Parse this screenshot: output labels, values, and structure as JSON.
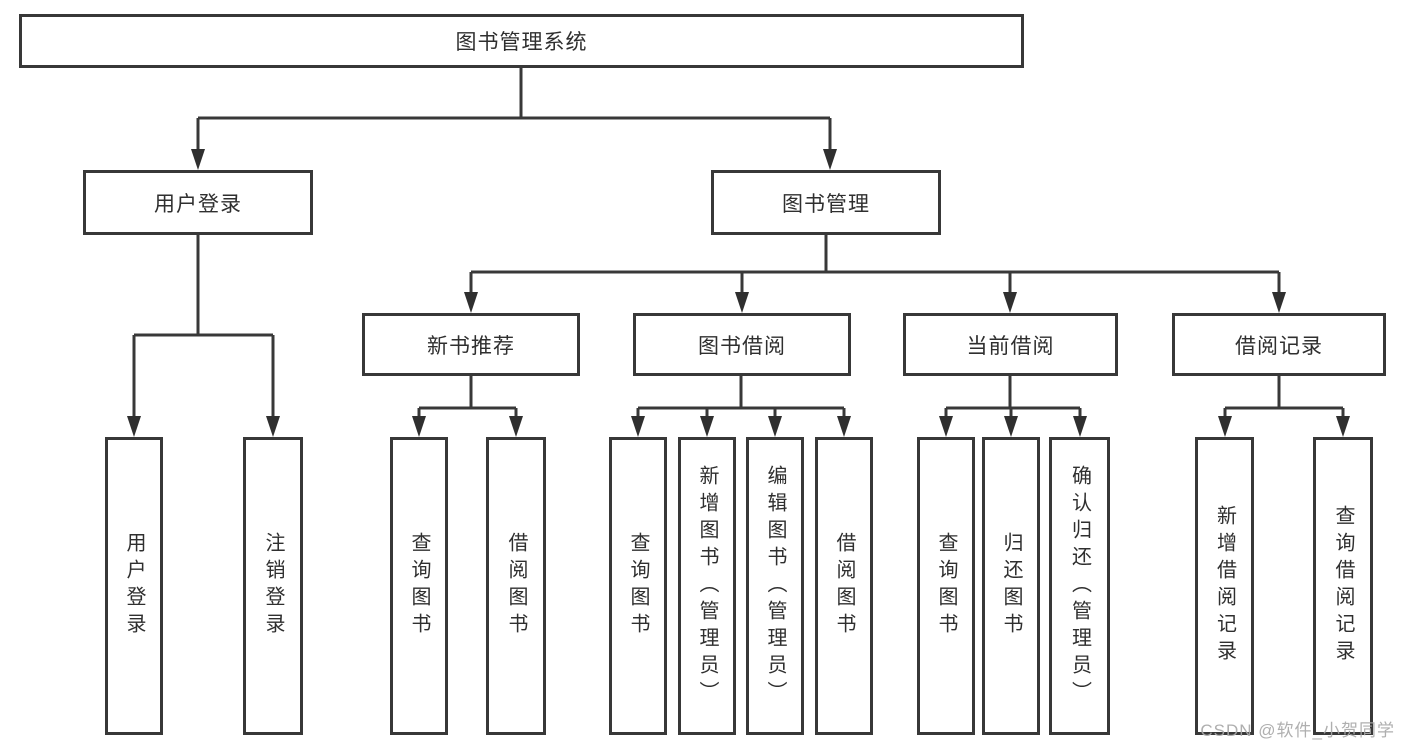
{
  "tree": {
    "label": "图书管理系统",
    "children": [
      {
        "label": "用户登录",
        "children": [
          {
            "label": "用户登录"
          },
          {
            "label": "注销登录"
          }
        ]
      },
      {
        "label": "图书管理",
        "children": [
          {
            "label": "新书推荐",
            "children": [
              {
                "label": "查询图书"
              },
              {
                "label": "借阅图书"
              }
            ]
          },
          {
            "label": "图书借阅",
            "children": [
              {
                "label": "查询图书"
              },
              {
                "label": "新增图书（管理员）"
              },
              {
                "label": "编辑图书（管理员）"
              },
              {
                "label": "借阅图书"
              }
            ]
          },
          {
            "label": "当前借阅",
            "children": [
              {
                "label": "查询图书"
              },
              {
                "label": "归还图书"
              },
              {
                "label": "确认归还（管理员）"
              }
            ]
          },
          {
            "label": "借阅记录",
            "children": [
              {
                "label": "新增借阅记录"
              },
              {
                "label": "查询借阅记录"
              }
            ]
          }
        ]
      }
    ]
  },
  "watermark": "CSDN @软件_小贺同学",
  "colors": {
    "line": "#383838",
    "box_border": "#383838",
    "text": "#2f2f2f",
    "watermark": "#a8a8a8",
    "background": "#ffffff"
  }
}
